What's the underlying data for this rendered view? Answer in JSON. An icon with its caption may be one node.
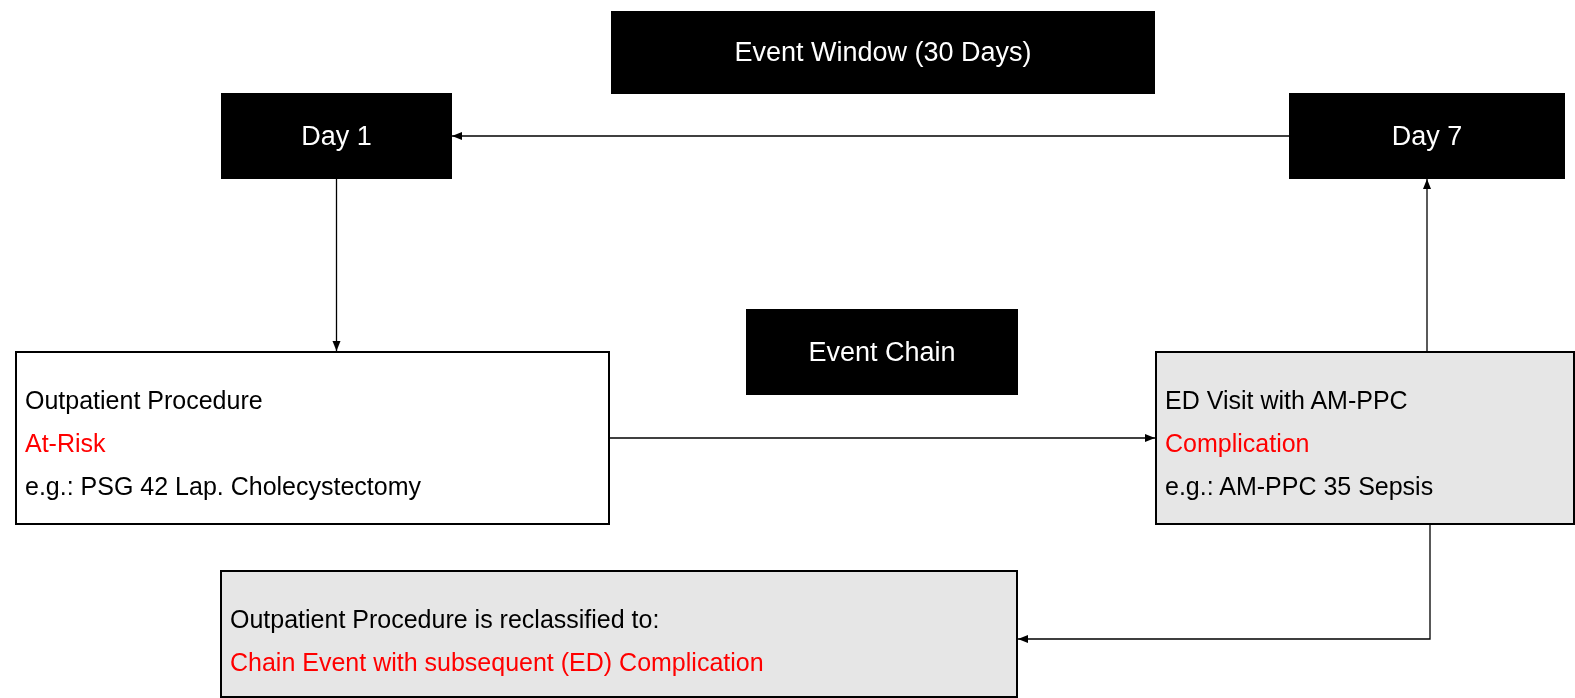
{
  "diagram": {
    "nodes": [
      {
        "text": [
          "Event Window (30 Days)"
        ]
      },
      {
        "text": [
          "Day 1"
        ]
      },
      {
        "text": [
          "Day 7"
        ]
      },
      {
        "text": [
          "Event Chain"
        ]
      },
      {
        "text": [
          "Outpatient Procedure",
          "At-Risk",
          "e.g.: PSG 42 Lap. Cholecystectomy"
        ]
      },
      {
        "text": [
          "ED Visit with AM-PPC",
          "Complication",
          "e.g.: AM-PPC 35 Sepsis"
        ]
      },
      {
        "text": [
          "Outpatient Procedure is reclassified to:",
          "Chain Event with subsequent (ED) Complication"
        ]
      }
    ],
    "edges": [
      {
        "from": 2,
        "to": 1,
        "arrow": "to"
      },
      {
        "from": 1,
        "to": 4,
        "arrow": "to"
      },
      {
        "from": 4,
        "to": 5,
        "arrow": "to"
      },
      {
        "from": 5,
        "to": 2,
        "arrow": "to"
      },
      {
        "from": 5,
        "to": 6,
        "arrow": "to"
      }
    ]
  }
}
